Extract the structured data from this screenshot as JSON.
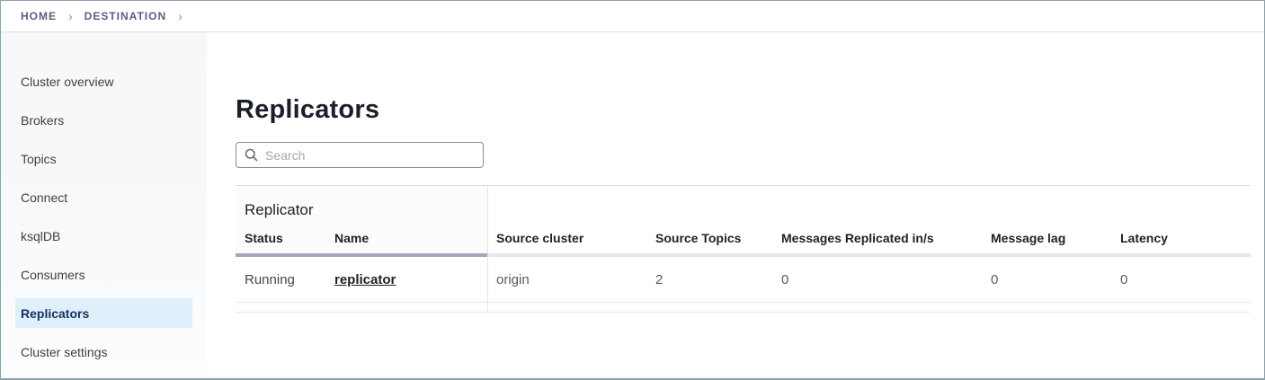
{
  "breadcrumb": {
    "separator": "›",
    "items": [
      {
        "label": "HOME"
      },
      {
        "label": "DESTINATION"
      }
    ]
  },
  "sidebar": {
    "items": [
      {
        "label": "Cluster overview",
        "active": false
      },
      {
        "label": "Brokers",
        "active": false
      },
      {
        "label": "Topics",
        "active": false
      },
      {
        "label": "Connect",
        "active": false
      },
      {
        "label": "ksqlDB",
        "active": false
      },
      {
        "label": "Consumers",
        "active": false
      },
      {
        "label": "Replicators",
        "active": true
      },
      {
        "label": "Cluster settings",
        "active": false
      }
    ]
  },
  "page": {
    "title": "Replicators"
  },
  "search": {
    "placeholder": "Search",
    "value": ""
  },
  "table": {
    "group_header": "Replicator",
    "columns": {
      "status": "Status",
      "name": "Name",
      "source_cluster": "Source cluster",
      "source_topics": "Source Topics",
      "messages_replicated": "Messages Replicated in/s",
      "message_lag": "Message lag",
      "latency": "Latency"
    },
    "rows": [
      {
        "status": "Running",
        "name": "replicator",
        "source_cluster": "origin",
        "source_topics": "2",
        "messages_replicated": "0",
        "message_lag": "0",
        "latency": "0"
      }
    ]
  },
  "colors": {
    "active_item_bg": "#e0f0fb",
    "active_item_text": "#173361",
    "breadcrumb_text": "#5c5c85",
    "group_header_border": "#a7a7ba",
    "frame_border": "#8da2ae"
  }
}
